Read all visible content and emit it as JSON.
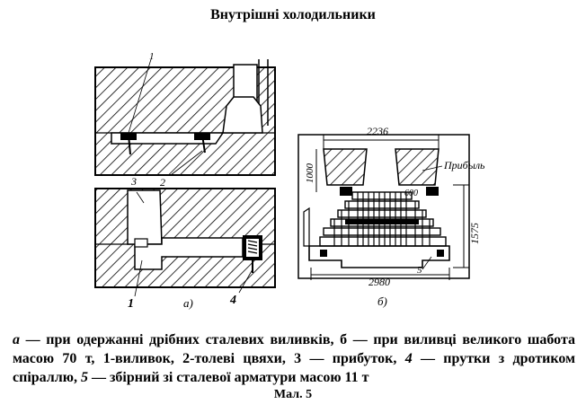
{
  "page": {
    "title": "Внутрішні холодильники",
    "figure_number": "Мал. 5"
  },
  "figure": {
    "a_label": "а)",
    "b_label": "б)",
    "callouts": [
      "1",
      "2",
      "3",
      "1",
      "4",
      "5"
    ],
    "dimensions": {
      "top_width": "2236",
      "left_height": "1000",
      "riser_label": "Прибыль",
      "small_dim": "600",
      "right_height": "1575",
      "bottom_width": "2980"
    }
  },
  "caption": {
    "a_letter": "а",
    "a_text": " — при одержанні дрібних сталевих виливків, ",
    "b_letter": "б",
    "b_text": " — при виливці великого шабота масою 70 т, ",
    "items_1_3": "1-виливок, 2-толеві цвяхи, 3 — прибуток, ",
    "num4": "4",
    "item4_text": " — прутки з дротиком спіраллю, ",
    "num5": "5",
    "item5_text": " — збірний зі сталевої арматури масою 11 т"
  }
}
